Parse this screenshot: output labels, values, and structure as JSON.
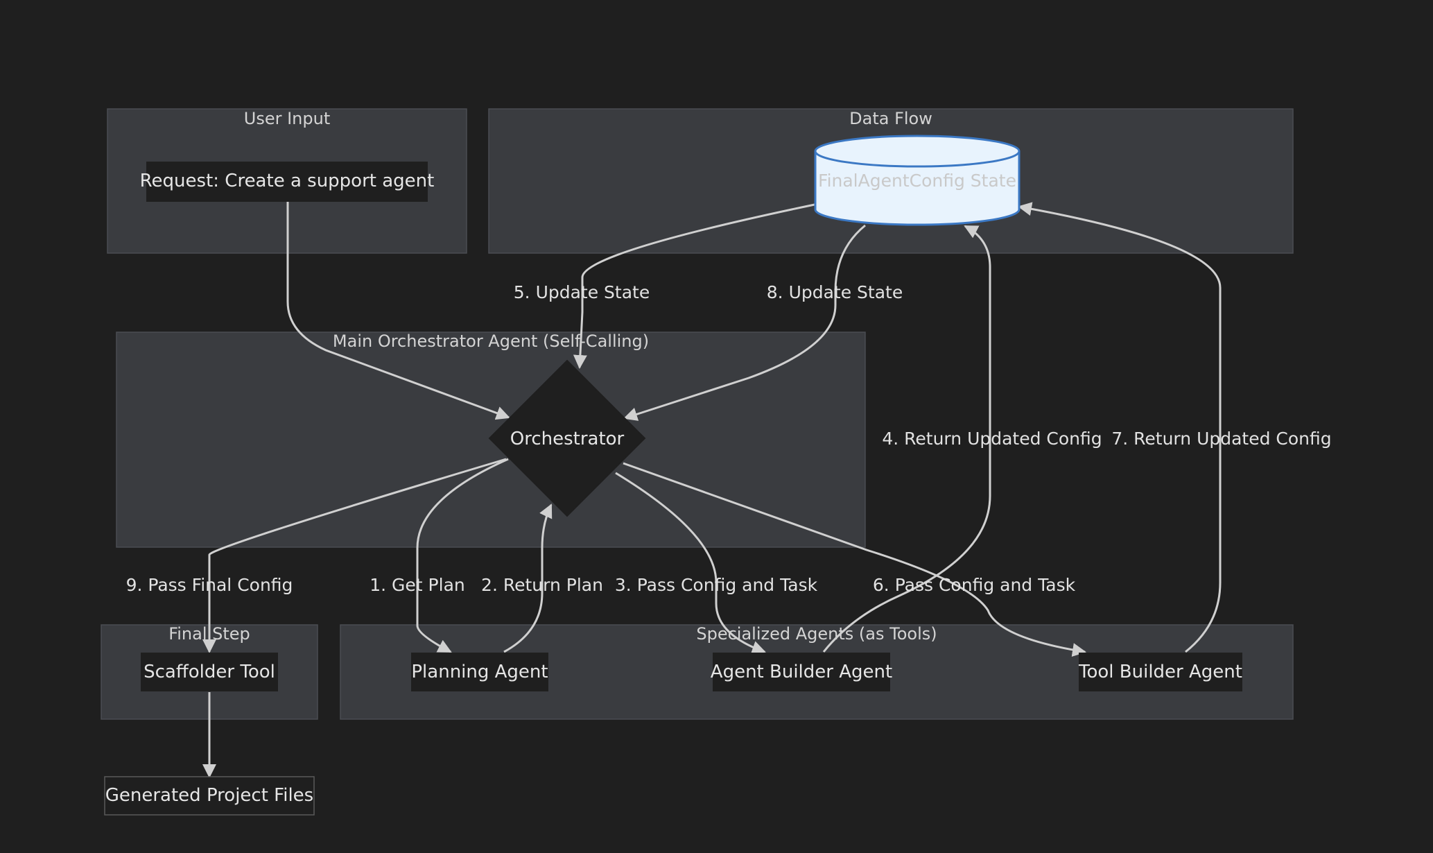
{
  "clusters": {
    "user_input": "User Input",
    "data_flow": "Data Flow",
    "orchestrator": "Main Orchestrator Agent (Self-Calling)",
    "final_step": "Final Step",
    "specialized": "Specialized Agents (as Tools)"
  },
  "nodes": {
    "request": "Request: Create a support agent",
    "state": "FinalAgentConfig State",
    "orchestrator": "Orchestrator",
    "scaffolder": "Scaffolder Tool",
    "planning": "Planning Agent",
    "agent_builder": "Agent Builder Agent",
    "tool_builder": "Tool Builder Agent",
    "output": "Generated Project Files"
  },
  "edges": {
    "e1": "1. Get Plan",
    "e2": "2. Return Plan",
    "e3": "3. Pass Config and Task",
    "e4": "4. Return Updated Config",
    "e5": "5. Update State",
    "e6": "6. Pass Config and Task",
    "e7": "7. Return Updated Config",
    "e8": "8. Update State",
    "e9": "9. Pass Final Config"
  },
  "colors": {
    "background": "#1f1f1f",
    "cluster_fill": "#3a3c40",
    "node_fill": "#1f1f1f",
    "database_fill": "#e8f3fd",
    "database_stroke": "#3b78c4",
    "edge": "#d0d0d0"
  }
}
